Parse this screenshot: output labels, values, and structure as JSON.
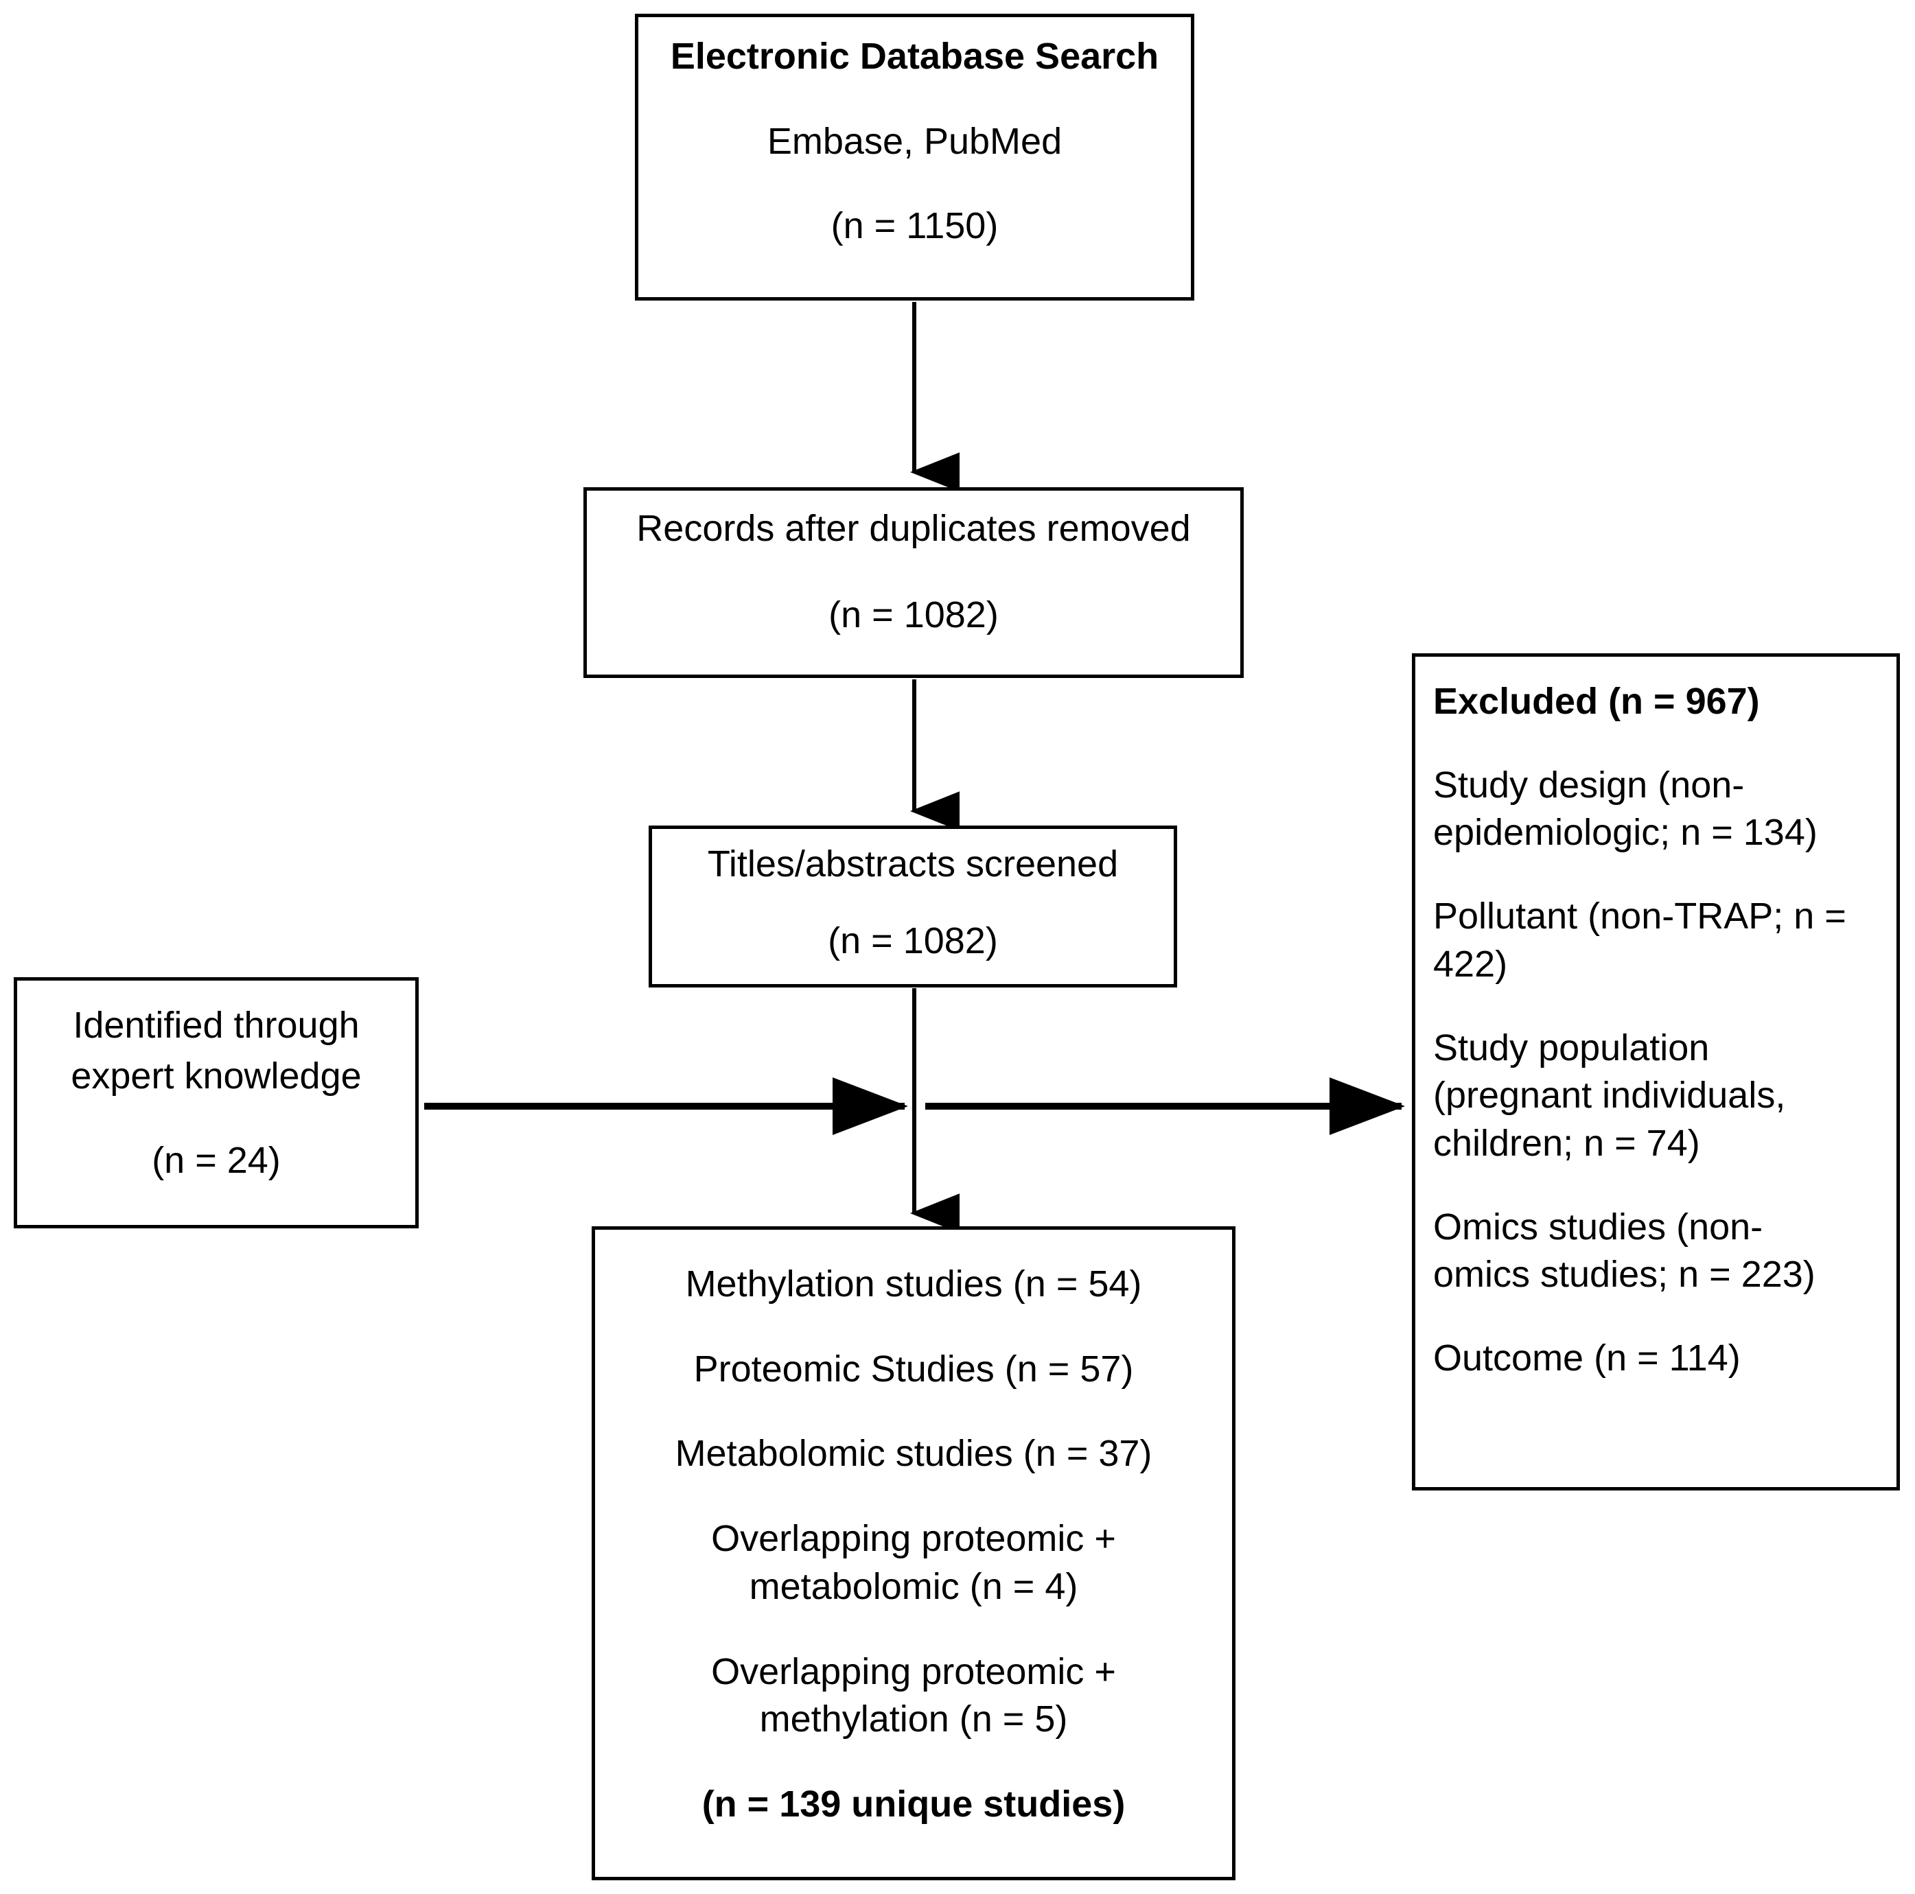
{
  "diagram": {
    "title": "PRISMA study selection flow diagram",
    "line_color": "#000000",
    "box_border_color": "#000000",
    "background_color": "#ffffff"
  },
  "nodes": {
    "database_search": {
      "heading": "Electronic Database Search",
      "sources": "Embase, PubMed",
      "count": "(n = 1150)"
    },
    "duplicates_removed": {
      "label": "Records after duplicates removed",
      "count": "(n = 1082)"
    },
    "titles_screened": {
      "label": "Titles/abstracts screened",
      "count": "(n = 1082)"
    },
    "expert_knowledge": {
      "line1": "Identified through",
      "line2": "expert knowledge",
      "count": "(n = 24)"
    },
    "excluded": {
      "heading": "Excluded (n = 967)",
      "reasons": [
        {
          "line1": "Study design (non-",
          "line2": "epidemiologic; n = 134)"
        },
        {
          "line1": "Pollutant (non-TRAP; n =",
          "line2": "422)"
        },
        {
          "line1": "Study population",
          "line2": "(pregnant individuals,",
          "line3": "children; n = 74)"
        },
        {
          "line1": "Omics studies (non-",
          "line2": "omics studies; n = 223)"
        },
        {
          "line1": "Outcome (n = 114)"
        }
      ]
    },
    "included_studies": {
      "items": [
        {
          "line1": "Methylation studies (n = 54)"
        },
        {
          "line1": "Proteomic Studies (n = 57)"
        },
        {
          "line1": "Metabolomic studies (n = 37)"
        },
        {
          "line1": "Overlapping proteomic +",
          "line2": "metabolomic (n = 4)"
        },
        {
          "line1": "Overlapping proteomic +",
          "line2": "methylation (n = 5)"
        }
      ],
      "total": "(n = 139 unique studies)"
    }
  },
  "connectors": [
    {
      "name": "search-to-duplicates",
      "from": "database_search",
      "to": "duplicates_removed",
      "direction": "down"
    },
    {
      "name": "duplicates-to-screened",
      "from": "duplicates_removed",
      "to": "titles_screened",
      "direction": "down"
    },
    {
      "name": "screened-to-included",
      "from": "titles_screened",
      "to": "included_studies",
      "direction": "down"
    },
    {
      "name": "expert-to-spine",
      "from": "expert_knowledge",
      "to": "screened-spine",
      "direction": "right"
    },
    {
      "name": "spine-to-excluded",
      "from": "screened-spine",
      "to": "excluded",
      "direction": "right"
    }
  ]
}
